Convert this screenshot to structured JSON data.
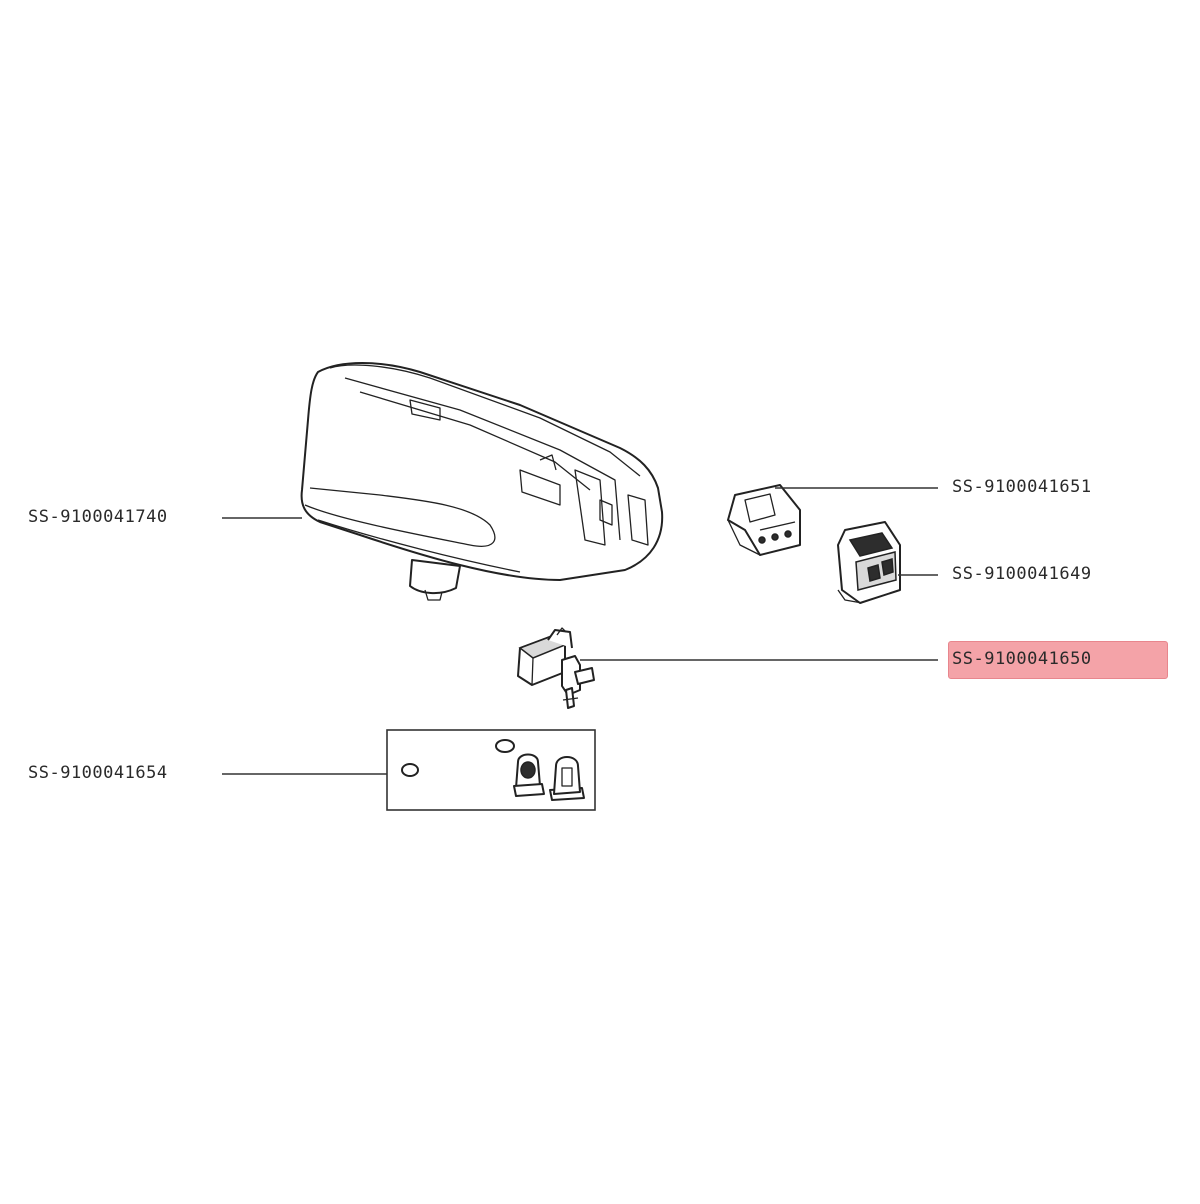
{
  "highlighted_part": "SS-9100041650",
  "highlight_color": "#f4a3a8",
  "parts": [
    {
      "id": "base",
      "label": "SS-9100041740"
    },
    {
      "id": "pcb",
      "label": "SS-9100041651"
    },
    {
      "id": "switch",
      "label": "SS-9100041649"
    },
    {
      "id": "pump",
      "label": "SS-9100041650"
    },
    {
      "id": "hose-kit",
      "label": "SS-9100041654"
    }
  ]
}
